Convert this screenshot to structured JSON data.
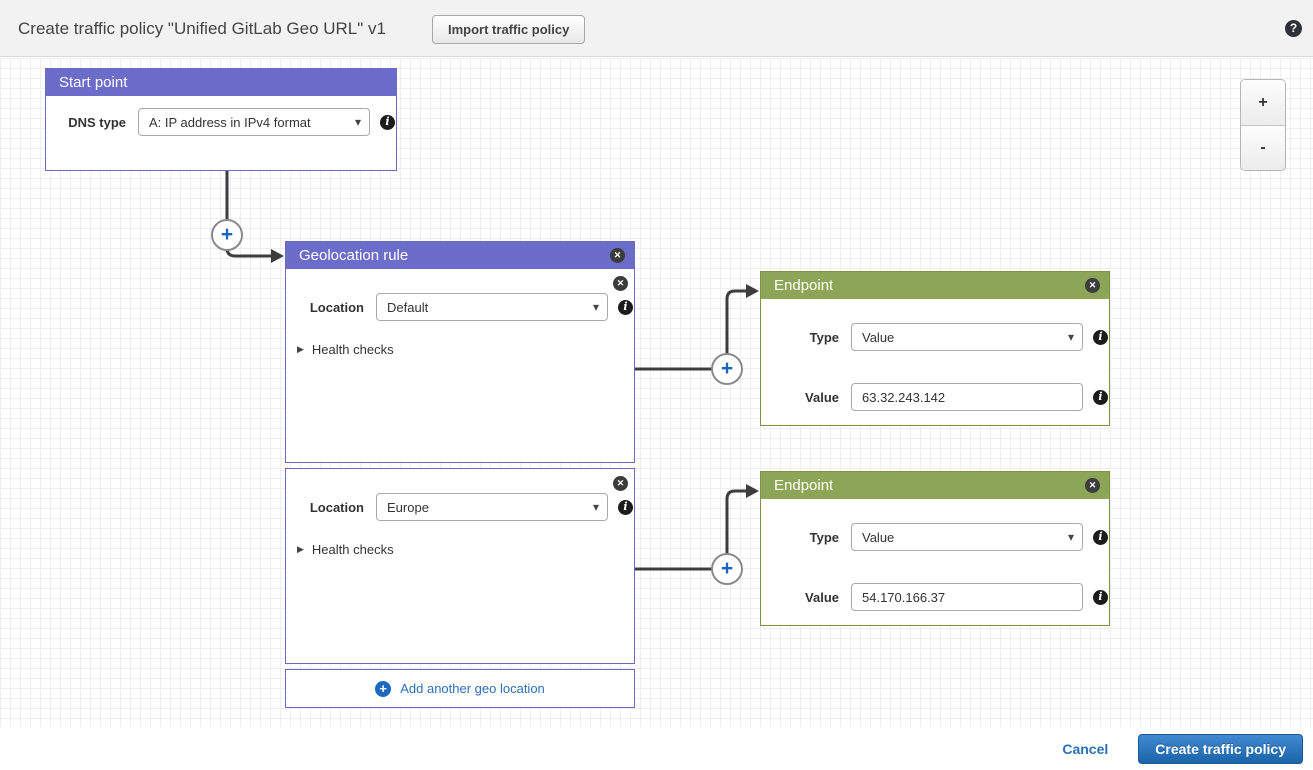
{
  "header": {
    "title": "Create traffic policy \"Unified GitLab Geo URL\" v1",
    "import_button": "Import traffic policy"
  },
  "icons": {
    "help": "?",
    "close": "✕",
    "info": "i",
    "chevron_down": "▾",
    "expander_collapsed": "▶",
    "plus_connector": "+",
    "add_plus": "+",
    "zoom_in": "+",
    "zoom_out": "-"
  },
  "canvas": {
    "start_point": {
      "title": "Start point",
      "dns_type_label": "DNS type",
      "dns_type_value": "A: IP address in IPv4 format"
    },
    "geolocation_rule": {
      "title": "Geolocation rule",
      "sections": [
        {
          "location_label": "Location",
          "location_value": "Default",
          "health_checks_label": "Health checks"
        },
        {
          "location_label": "Location",
          "location_value": "Europe",
          "health_checks_label": "Health checks"
        }
      ],
      "add_link": "Add another geo location"
    },
    "endpoints": [
      {
        "title": "Endpoint",
        "type_label": "Type",
        "type_value": "Value",
        "value_label": "Value",
        "value": "63.32.243.142"
      },
      {
        "title": "Endpoint",
        "type_label": "Type",
        "type_value": "Value",
        "value_label": "Value",
        "value": "54.170.166.37"
      }
    ]
  },
  "footer": {
    "cancel_label": "Cancel",
    "create_button": "Create traffic policy"
  },
  "colors": {
    "rule_header_purple": "#6c6cc9",
    "endpoint_header_green": "#8da556",
    "link_blue": "#2a70b8",
    "primary_button_blue": "#1b64a8",
    "wire_dark": "#3d3d3d"
  }
}
